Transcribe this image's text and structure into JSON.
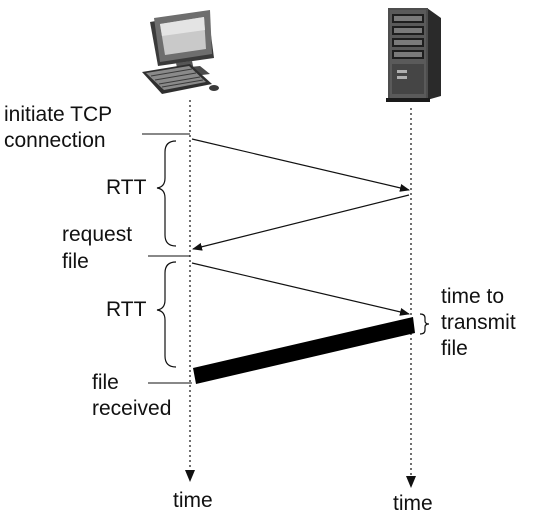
{
  "labels": {
    "initiate_line1": "initiate TCP",
    "initiate_line2": "connection",
    "rtt_first": "RTT",
    "request_line1": "request",
    "request_line2": "file",
    "rtt_second": "RTT",
    "time_to_line1": "time to",
    "time_to_line2": "transmit",
    "time_to_line3": "file",
    "received_line1": "file",
    "received_line2": "received",
    "time_client": "time",
    "time_server": "time"
  },
  "icons": {
    "client": "desktop-computer-icon",
    "server": "server-tower-icon"
  },
  "colors": {
    "line": "#111111",
    "transmit_bar": "#000000"
  }
}
